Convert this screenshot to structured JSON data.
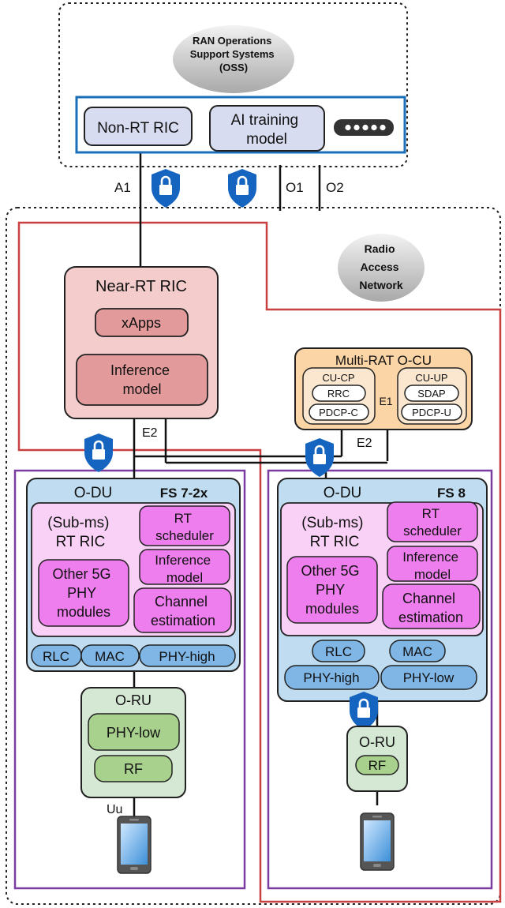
{
  "oss": {
    "line1": "RAN Operations",
    "line2": "Support Systems",
    "line3": "(OSS)"
  },
  "smo": {
    "non_rt_ric": "Non-RT RIC",
    "ai_training_line1": "AI training",
    "ai_training_line2": "model"
  },
  "interfaces": {
    "a1": "A1",
    "o1": "O1",
    "o2": "O2",
    "e2_left": "E2",
    "e2_right": "E2",
    "e1": "E1",
    "uu": "Uu"
  },
  "ran": {
    "line1": "Radio",
    "line2": "Access",
    "line3": "Network"
  },
  "near_rt_ric": {
    "title": "Near-RT RIC",
    "xapps": "xApps",
    "inference_line1": "Inference",
    "inference_line2": "model"
  },
  "ocu": {
    "title": "Multi-RAT O-CU",
    "cu_cp": "CU-CP",
    "rrc": "RRC",
    "pdcp_c": "PDCP-C",
    "cu_up": "CU-UP",
    "sdap": "SDAP",
    "pdcp_u": "PDCP-U"
  },
  "du_left": {
    "title": "O-DU",
    "fs": "FS 7-2x",
    "ric_line1": "(Sub-ms)",
    "ric_line2": "RT RIC",
    "rt_sched_line1": "RT",
    "rt_sched_line2": "scheduler",
    "inf_line1": "Inference",
    "inf_line2": "model",
    "other_line1": "Other 5G",
    "other_line2": "PHY",
    "other_line3": "modules",
    "chan_line1": "Channel",
    "chan_line2": "estimation",
    "rlc": "RLC",
    "mac": "MAC",
    "phy_high": "PHY-high"
  },
  "du_right": {
    "title": "O-DU",
    "fs": "FS 8",
    "ric_line1": "(Sub-ms)",
    "ric_line2": "RT RIC",
    "rt_sched_line1": "RT",
    "rt_sched_line2": "scheduler",
    "inf_line1": "Inference",
    "inf_line2": "model",
    "other_line1": "Other 5G",
    "other_line2": "PHY",
    "other_line3": "modules",
    "chan_line1": "Channel",
    "chan_line2": "estimation",
    "rlc": "RLC",
    "mac": "MAC",
    "phy_high": "PHY-high",
    "phy_low": "PHY-low"
  },
  "ru_left": {
    "title": "O-RU",
    "phy_low": "PHY-low",
    "rf": "RF"
  },
  "ru_right": {
    "title": "O-RU",
    "rf": "RF"
  },
  "colors": {
    "smo_border": "#1a6fb8",
    "red_border": "#c8403f",
    "purple_border": "#7a3ca0",
    "lock": "#1565c0"
  },
  "icons": {
    "lock": "lock-shield-icon",
    "phone": "smartphone-icon",
    "server": "server-icon"
  }
}
